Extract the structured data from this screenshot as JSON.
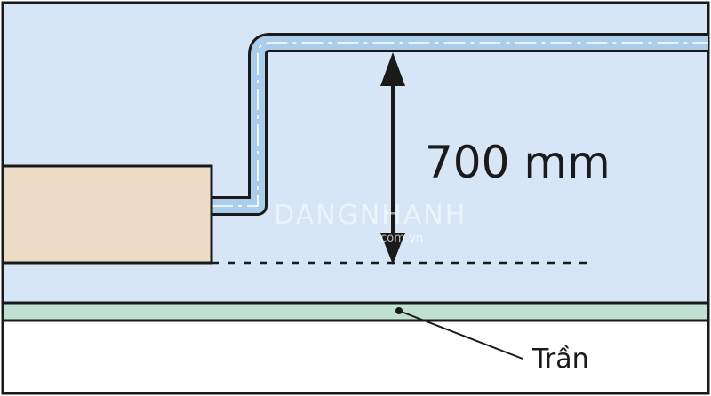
{
  "dimension": {
    "value_label": "700 mm"
  },
  "ceiling": {
    "label": "Trần"
  },
  "watermark": {
    "brand": "DANGNHANH",
    "domain": ".com.vn"
  },
  "colors": {
    "air_space": "#d6e6f6",
    "indoor_unit": "#ecdcc6",
    "ceiling_board": "#bfe0d2",
    "below_ceiling": "#ffffff",
    "outline": "#1a1a1a",
    "pipe_fill": "#a9cdea"
  }
}
